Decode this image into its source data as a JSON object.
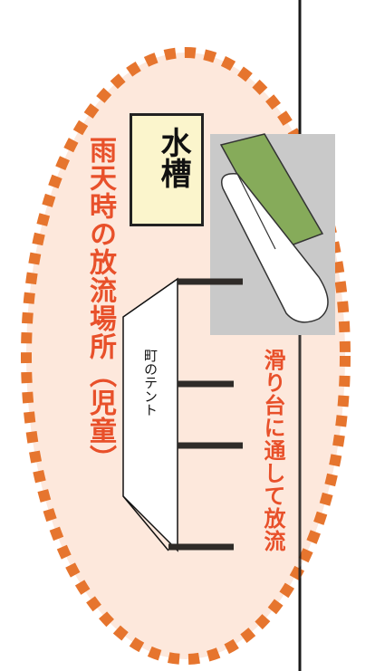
{
  "diagram": {
    "title": "雨天時の放流場所（児童）",
    "tent_label": "町のテント",
    "tank_label": "水槽",
    "slide_caption": "滑り台に通して放流",
    "colors": {
      "accent": "#e8502a",
      "ellipse_fill": "#fde8dc",
      "dots": "#e6752e",
      "tank_fill": "#fbf5cc",
      "slide_green": "#86ab5a",
      "slide_backdrop": "#c9c9c9"
    }
  }
}
